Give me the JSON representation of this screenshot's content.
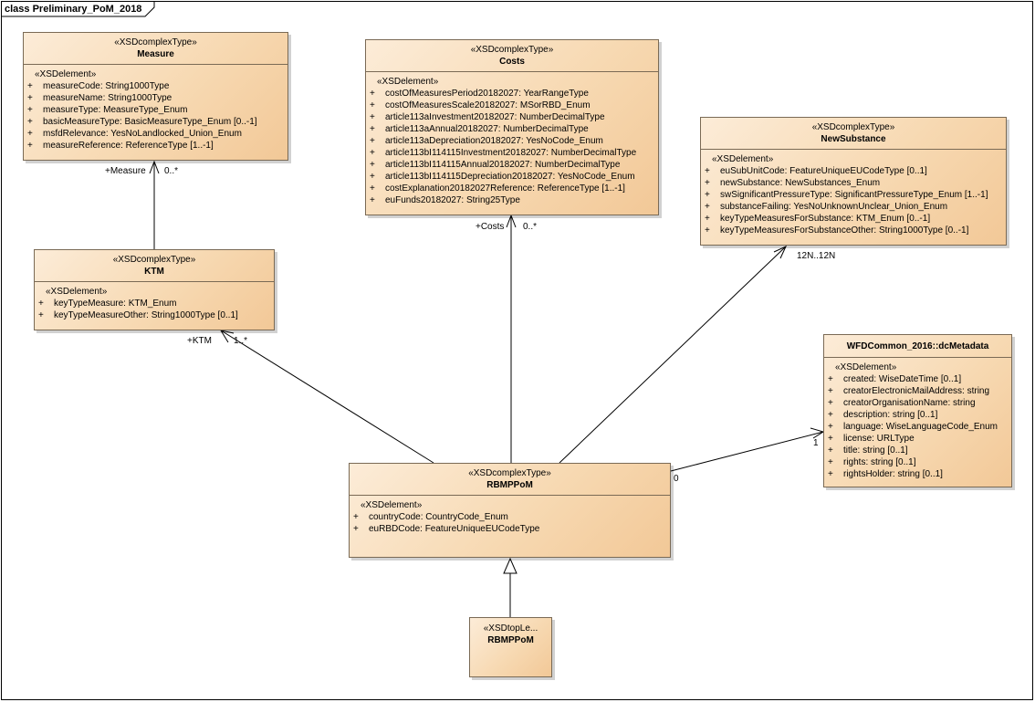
{
  "diagram": {
    "frame_title": "class Preliminary_PoM_2018"
  },
  "classes": {
    "measure": {
      "stereotype": "«XSDcomplexType»",
      "name": "Measure",
      "group": "«XSDelement»",
      "attributes": [
        {
          "vis": "+",
          "text": "measureCode: String1000Type"
        },
        {
          "vis": "+",
          "text": "measureName: String1000Type"
        },
        {
          "vis": "+",
          "text": "measureType: MeasureType_Enum"
        },
        {
          "vis": "+",
          "text": "basicMeasureType: BasicMeasureType_Enum [0..-1]"
        },
        {
          "vis": "+",
          "text": "msfdRelevance: YesNoLandlocked_Union_Enum"
        },
        {
          "vis": "+",
          "text": "measureReference: ReferenceType [1..-1]"
        }
      ]
    },
    "costs": {
      "stereotype": "«XSDcomplexType»",
      "name": "Costs",
      "group": "«XSDelement»",
      "attributes": [
        {
          "vis": "+",
          "text": "costOfMeasuresPeriod20182027: YearRangeType"
        },
        {
          "vis": "+",
          "text": "costOfMeasuresScale20182027: MSorRBD_Enum"
        },
        {
          "vis": "+",
          "text": "article113aInvestment20182027: NumberDecimalType"
        },
        {
          "vis": "+",
          "text": "article113aAnnual20182027: NumberDecimalType"
        },
        {
          "vis": "+",
          "text": "article113aDepreciation20182027: YesNoCode_Enum"
        },
        {
          "vis": "+",
          "text": "article113bI114115Investment20182027: NumberDecimalType"
        },
        {
          "vis": "+",
          "text": "article113bI114115Annual20182027: NumberDecimalType"
        },
        {
          "vis": "+",
          "text": "article113bI114115Depreciation20182027: YesNoCode_Enum"
        },
        {
          "vis": "+",
          "text": "costExplanation20182027Reference: ReferenceType [1..-1]"
        },
        {
          "vis": "+",
          "text": "euFunds20182027: String25Type"
        }
      ]
    },
    "newsubstance": {
      "stereotype": "«XSDcomplexType»",
      "name": "NewSubstance",
      "group": "«XSDelement»",
      "attributes": [
        {
          "vis": "+",
          "text": "euSubUnitCode: FeatureUniqueEUCodeType [0..1]"
        },
        {
          "vis": "+",
          "text": "newSubstance: NewSubstances_Enum"
        },
        {
          "vis": "+",
          "text": "swSignificantPressureType: SignificantPressureType_Enum [1..-1]"
        },
        {
          "vis": "+",
          "text": "substanceFailing: YesNoUnknownUnclear_Union_Enum"
        },
        {
          "vis": "+",
          "text": "keyTypeMeasuresForSubstance: KTM_Enum [0..-1]"
        },
        {
          "vis": "+",
          "text": "keyTypeMeasuresForSubstanceOther: String1000Type [0..-1]"
        }
      ]
    },
    "ktm": {
      "stereotype": "«XSDcomplexType»",
      "name": "KTM",
      "group": "«XSDelement»",
      "attributes": [
        {
          "vis": "+",
          "text": "keyTypeMeasure: KTM_Enum"
        },
        {
          "vis": "+",
          "text": "keyTypeMeasureOther: String1000Type [0..1]"
        }
      ]
    },
    "dcmetadata": {
      "name": "WFDCommon_2016::dcMetadata",
      "group": "«XSDelement»",
      "attributes": [
        {
          "vis": "+",
          "text": "created: WiseDateTime [0..1]"
        },
        {
          "vis": "+",
          "text": "creatorElectronicMailAddress: string"
        },
        {
          "vis": "+",
          "text": "creatorOrganisationName: string"
        },
        {
          "vis": "+",
          "text": "description: string [0..1]"
        },
        {
          "vis": "+",
          "text": "language: WiseLanguageCode_Enum"
        },
        {
          "vis": "+",
          "text": "license: URLType"
        },
        {
          "vis": "+",
          "text": "title: string [0..1]"
        },
        {
          "vis": "+",
          "text": "rights: string [0..1]"
        },
        {
          "vis": "+",
          "text": "rightsHolder: string [0..1]"
        }
      ]
    },
    "rbmppom": {
      "stereotype": "«XSDcomplexType»",
      "name": "RBMPPoM",
      "group": "«XSDelement»",
      "attributes": [
        {
          "vis": "+",
          "text": "countryCode: CountryCode_Enum"
        },
        {
          "vis": "+",
          "text": "euRBDCode: FeatureUniqueEUCodeType"
        }
      ]
    },
    "rbmppom_top": {
      "stereotype": "«XSDtopLe...",
      "name": "RBMPPoM"
    }
  },
  "associations": {
    "measure_role": "+Measure",
    "measure_mult": "0..*",
    "costs_role": "+Costs",
    "costs_mult": "0..*",
    "ktm_role": "+KTM",
    "ktm_mult": "1..*",
    "newsubstance_mult": "12N..12N",
    "dcmetadata_mult": "1",
    "rbmppom_mult_right": "0"
  }
}
